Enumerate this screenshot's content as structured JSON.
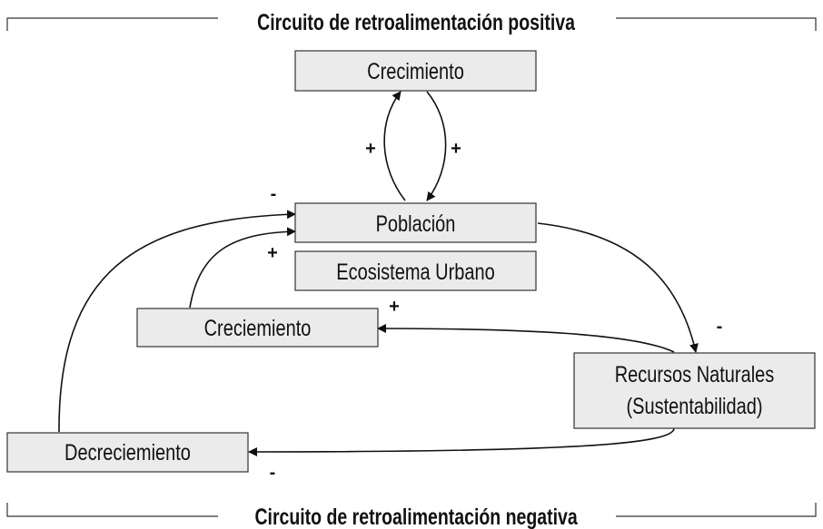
{
  "titles": {
    "positive": "Circuito de retroalimentación positiva",
    "negative": "Circuito de retroalimentación negativa"
  },
  "nodes": {
    "crecimiento_top": "Crecimiento",
    "poblacion": "Población",
    "ecosistema": "Ecosistema Urbano",
    "crecimiento_mid": "Creciemiento",
    "recursos_line1": "Recursos Naturales",
    "recursos_line2": "(Sustentabilidad)",
    "decrecimiento": "Decreciemiento"
  },
  "signs": {
    "up_left": "+",
    "up_right": "+",
    "decrec_to_poblacion": "-",
    "crec_to_poblacion": "+",
    "recursos_to_crec": "+",
    "poblacion_to_recursos": "-",
    "recursos_to_decrec": "-"
  },
  "colors": {
    "box_fill": "#ebebeb",
    "stroke": "#111111"
  }
}
